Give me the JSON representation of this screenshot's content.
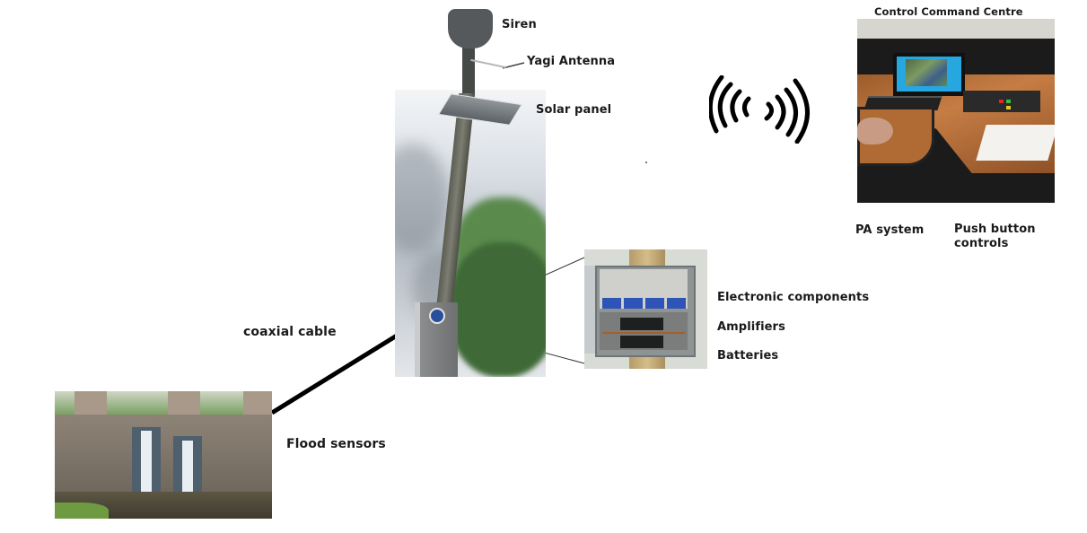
{
  "diagram": {
    "type": "flood early warning system",
    "components": {
      "siren": {
        "label": "Siren"
      },
      "yagi_antenna": {
        "label": "Yagi Antenna"
      },
      "solar_panel": {
        "label": "Solar panel"
      },
      "coaxial_cable": {
        "label": "coaxial cable"
      },
      "flood_sensors": {
        "label": "Flood sensors"
      },
      "control_box": {
        "labels": [
          "Electronic components",
          "Amplifiers",
          "Batteries"
        ]
      },
      "control_command_centre": {
        "title": "Control Command Centre",
        "labels": [
          "PA system",
          "Push button\ncontrols"
        ],
        "push_button_line1": "Push button",
        "push_button_line2": "controls"
      },
      "wireless_signal": {
        "icon": "wireless-signal-icon"
      }
    },
    "colors": {
      "label_text": "#1a1a1a",
      "cable": "#000000",
      "background": "#ffffff"
    }
  }
}
